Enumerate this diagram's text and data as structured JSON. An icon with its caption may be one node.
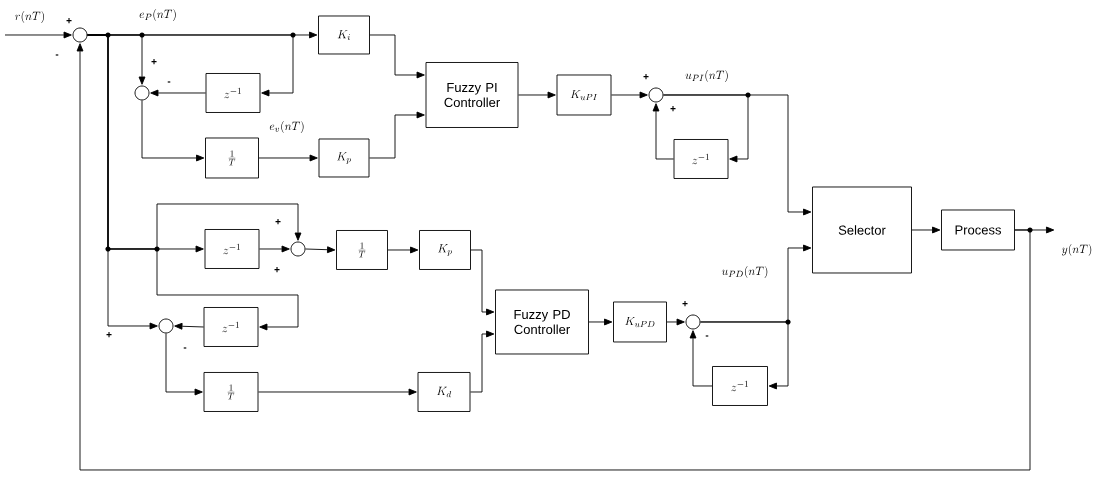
{
  "diagram": {
    "nodes": [
      {
        "text": [],
        "shape": "circle"
      },
      {
        "text": [
          "K_{i}"
        ]
      },
      {
        "text": [
          "z^{-1}"
        ]
      },
      {
        "text": [],
        "shape": "circle"
      },
      {
        "text": [
          "\\frac{1}{T}"
        ]
      },
      {
        "text": [
          "K_{p}"
        ]
      },
      {
        "text": [
          "Fuzzy PI Controller"
        ]
      },
      {
        "text": [
          "K_{uPI}"
        ]
      },
      {
        "text": [],
        "shape": "circle"
      },
      {
        "text": [
          "z^{-1}"
        ]
      },
      {
        "text": [
          "Selector"
        ]
      },
      {
        "text": [
          "Process"
        ]
      },
      {
        "text": [
          "z^{-1}"
        ]
      },
      {
        "text": [],
        "shape": "circle"
      },
      {
        "text": [
          "\\frac{1}{T}"
        ]
      },
      {
        "text": [
          "K_{p}"
        ]
      },
      {
        "text": [
          "z^{-1}"
        ]
      },
      {
        "text": [],
        "shape": "circle"
      },
      {
        "text": [
          "\\frac{1}{T}"
        ]
      },
      {
        "text": [
          "K_{d}"
        ]
      },
      {
        "text": [
          "Fuzzy PD Controller"
        ]
      },
      {
        "text": [
          "K_{uPD}"
        ]
      },
      {
        "text": [],
        "shape": "circle"
      },
      {
        "text": [
          "z^{-1}"
        ]
      }
    ],
    "edges": [
      {
        "from": null,
        "to": 0,
        "arrow": "to",
        "label": "r(nT)"
      },
      {
        "from": 0,
        "to": 1,
        "arrow": "to",
        "label": "e_{P}(nT)"
      },
      {
        "from": 0,
        "to": 3,
        "arrow": "to"
      },
      {
        "from": 0,
        "to": 2,
        "arrow": "to"
      },
      {
        "from": 2,
        "to": 3,
        "arrow": "to"
      },
      {
        "from": 3,
        "to": 4,
        "arrow": "to"
      },
      {
        "from": 4,
        "to": 5,
        "arrow": "to",
        "label": "e_{v}(nT)"
      },
      {
        "from": 1,
        "to": 6,
        "arrow": "to"
      },
      {
        "from": 5,
        "to": 6,
        "arrow": "to"
      },
      {
        "from": 6,
        "to": 7,
        "arrow": "to"
      },
      {
        "from": 7,
        "to": 8,
        "arrow": "to"
      },
      {
        "from": 8,
        "to": 10,
        "arrow": "to",
        "label": "u_{PI}(nT)"
      },
      {
        "from": 8,
        "to": 9,
        "arrow": "to"
      },
      {
        "from": 9,
        "to": 8,
        "arrow": "to"
      },
      {
        "from": 10,
        "to": 11,
        "arrow": "to"
      },
      {
        "from": 11,
        "to": null,
        "arrow": "to",
        "label": "y(nT)"
      },
      {
        "from": 11,
        "to": 0,
        "arrow": "to"
      },
      {
        "from": 0,
        "to": 12,
        "arrow": "to"
      },
      {
        "from": 0,
        "to": 13,
        "arrow": "to"
      },
      {
        "from": 12,
        "to": 13,
        "arrow": "to"
      },
      {
        "from": 13,
        "to": 14,
        "arrow": "to"
      },
      {
        "from": 14,
        "to": 15,
        "arrow": "to"
      },
      {
        "from": 0,
        "to": 16,
        "arrow": "to"
      },
      {
        "from": 16,
        "to": 17,
        "arrow": "to"
      },
      {
        "from": 0,
        "to": 17,
        "arrow": "to"
      },
      {
        "from": 17,
        "to": 18,
        "arrow": "to"
      },
      {
        "from": 18,
        "to": 19,
        "arrow": "to"
      },
      {
        "from": 15,
        "to": 20,
        "arrow": "to"
      },
      {
        "from": 19,
        "to": 20,
        "arrow": "to"
      },
      {
        "from": 20,
        "to": 21,
        "arrow": "to"
      },
      {
        "from": 21,
        "to": 22,
        "arrow": "to"
      },
      {
        "from": 22,
        "to": 10,
        "arrow": "to",
        "label": "u_{PD}(nT)"
      },
      {
        "from": 22,
        "to": 23,
        "arrow": "to"
      },
      {
        "from": 23,
        "to": 22,
        "arrow": "to"
      }
    ],
    "labels": [
      "+",
      "-",
      "+",
      "+",
      "-",
      "+",
      "+",
      "+",
      "+",
      "+",
      "-",
      "-"
    ]
  }
}
